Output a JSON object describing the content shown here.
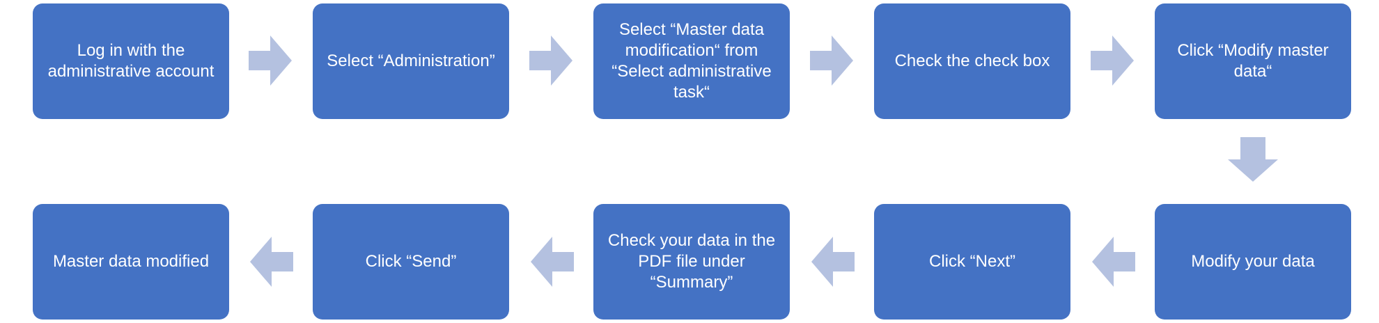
{
  "colors": {
    "box_fill": "#4472c4",
    "box_text": "#ffffff",
    "arrow_fill": "#b4c1e0"
  },
  "steps": [
    {
      "label": "Log in with the administrative account"
    },
    {
      "label": "Select “Administration”"
    },
    {
      "label": "Select “Master data modification“ from “Select administrative task“"
    },
    {
      "label": "Check the check box"
    },
    {
      "label": "Click “Modify master data“"
    },
    {
      "label": "Modify your data"
    },
    {
      "label": "Click “Next”"
    },
    {
      "label": "Check your data in the PDF file under “Summary”"
    },
    {
      "label": "Click “Send”"
    },
    {
      "label": "Master data modified"
    }
  ],
  "arrows": [
    {
      "direction": "right"
    },
    {
      "direction": "right"
    },
    {
      "direction": "right"
    },
    {
      "direction": "right"
    },
    {
      "direction": "down"
    },
    {
      "direction": "left"
    },
    {
      "direction": "left"
    },
    {
      "direction": "left"
    },
    {
      "direction": "left"
    }
  ]
}
